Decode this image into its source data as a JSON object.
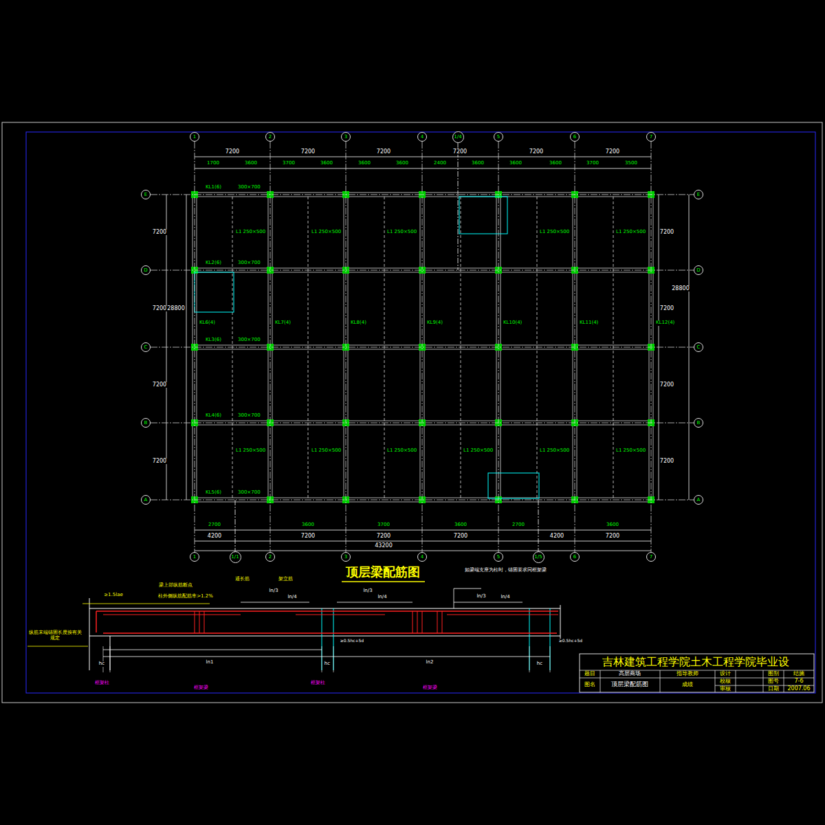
{
  "diagram": {
    "title": "顶层梁配筋图",
    "nodes": [
      {
        "text": [
          "1"
        ]
      },
      {
        "text": [
          "2"
        ]
      },
      {
        "text": [
          "3"
        ]
      },
      {
        "text": [
          "4"
        ]
      },
      {
        "text": [
          "1/4"
        ]
      },
      {
        "text": [
          "5"
        ]
      },
      {
        "text": [
          "6"
        ]
      },
      {
        "text": [
          "7"
        ]
      },
      {
        "text": [
          "E"
        ]
      },
      {
        "text": [
          "E"
        ]
      },
      {
        "text": [
          "D"
        ]
      },
      {
        "text": [
          "D"
        ]
      },
      {
        "text": [
          "C"
        ]
      },
      {
        "text": [
          "C"
        ]
      },
      {
        "text": [
          "B"
        ]
      },
      {
        "text": [
          "B"
        ]
      },
      {
        "text": [
          "A"
        ]
      },
      {
        "text": [
          "A"
        ]
      },
      {
        "text": [
          "1"
        ]
      },
      {
        "text": [
          "1/1"
        ]
      },
      {
        "text": [
          "2"
        ]
      },
      {
        "text": [
          "3"
        ]
      },
      {
        "text": [
          "4"
        ]
      },
      {
        "text": [
          "5"
        ]
      },
      {
        "text": [
          "1/5"
        ]
      },
      {
        "text": [
          "6"
        ]
      },
      {
        "text": [
          "7"
        ]
      }
    ],
    "edges": [
      {
        "from": 0,
        "to": 18,
        "arrow": "none"
      },
      {
        "from": 1,
        "to": 20,
        "arrow": "none"
      },
      {
        "from": 2,
        "to": 21,
        "arrow": "none"
      },
      {
        "from": 3,
        "to": 22,
        "arrow": "none"
      },
      {
        "from": 5,
        "to": 23,
        "arrow": "none"
      },
      {
        "from": 6,
        "to": 25,
        "arrow": "none"
      },
      {
        "from": 7,
        "to": 26,
        "arrow": "none"
      },
      {
        "from": 8,
        "to": 9,
        "arrow": "none"
      },
      {
        "from": 10,
        "to": 11,
        "arrow": "none"
      },
      {
        "from": 12,
        "to": 13,
        "arrow": "none"
      },
      {
        "from": 14,
        "to": 15,
        "arrow": "none"
      },
      {
        "from": 16,
        "to": 17,
        "arrow": "none"
      }
    ],
    "labels": [
      "7200",
      "7200",
      "7200",
      "7200",
      "7200",
      "7200",
      "1700",
      "3600",
      "3700",
      "3600",
      "3600",
      "3600",
      "2400",
      "3600",
      "3600",
      "3600",
      "3700",
      "3500",
      "2700",
      "3600",
      "3700",
      "3600",
      "2700",
      "3600",
      "4200",
      "7200",
      "7200",
      "7200",
      "4200",
      "7200",
      "43200",
      "7200",
      "7200",
      "7200",
      "7200",
      "28800",
      "7200",
      "7200",
      "7200",
      "7200",
      "28800",
      "KL1(6)",
      "300×700",
      "KL2(6)",
      "300×700",
      "KL3(6)",
      "300×700",
      "KL4(6)",
      "300×700",
      "KL5(6)",
      "300×700",
      "KL6(4)",
      "KL7(4)",
      "KL8(4)",
      "KL9(4)",
      "KL10(4)",
      "KL11(4)",
      "KL12(4)",
      "L1 250×500",
      "L1 250×500",
      "L1 250×500",
      "L1 250×500",
      "L1 250×500",
      "L1 250×500",
      "L1 250×500",
      "L1 250×500",
      "L1 250×500",
      "L1 250×500",
      "L1 250×500",
      "≥1.5lae",
      "梁上部纵筋断点",
      "柱外侧纵筋配筋率>1.2%",
      "通长筋",
      "架立筋",
      "ln/3",
      "ln/4",
      "ln/3",
      "ln/4",
      "ln/3",
      "ln/4",
      "hc",
      "hc",
      "hc",
      "ln1",
      "ln2",
      "≥0.5hc+5d",
      "≥0.5hc+5d",
      "纵筋末端锚固长度按有关规定",
      "框架柱",
      "框架柱",
      "框架梁",
      "框架梁",
      "如梁端支座为柱时，锚固要求同框架梁",
      "吉林建筑工程学院土木工程学院毕业设",
      "题目",
      "高层商场",
      "指导教师",
      "设计",
      "图别",
      "结施",
      "图名",
      "顶层梁配筋图",
      "成绩",
      "校核",
      "图号",
      "7-6",
      "审核",
      "日期",
      "2007.06"
    ]
  }
}
